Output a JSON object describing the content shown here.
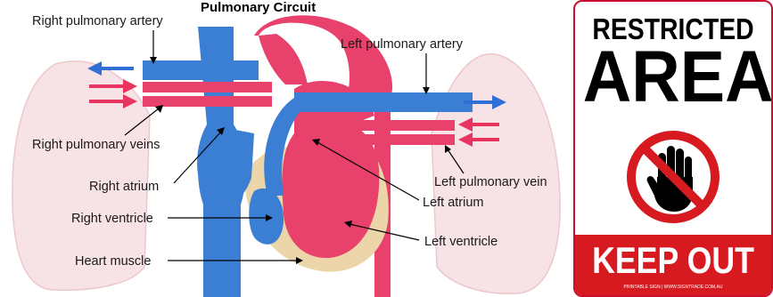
{
  "diagram": {
    "title": "Pulmonary Circuit",
    "labels": {
      "right_pulmonary_artery": "Right pulmonary artery",
      "left_pulmonary_artery": "Left pulmonary artery",
      "right_pulmonary_veins": "Right pulmonary veins",
      "left_pulmonary_vein": "Left pulmonary vein",
      "right_atrium": "Right atrium",
      "left_atrium": "Left atrium",
      "right_ventricle": "Right ventricle",
      "left_ventricle": "Left ventricle",
      "heart_muscle": "Heart muscle"
    },
    "colors": {
      "deoxygenated": "#3b7fd4",
      "oxygenated": "#e8416b",
      "lung": "#f7e3e5",
      "muscle": "#ecd5a8",
      "arrow_blue": "#2f6fd6",
      "arrow_red": "#e8345f"
    }
  },
  "sign": {
    "line1": "RESTRICTED",
    "line2": "AREA",
    "footer": "KEEP OUT",
    "fine_print": "PRINTABLE SIGN | WWW.SIGNTRADE.COM.AU",
    "icon": "stop-hand-icon",
    "colors": {
      "red": "#d71920",
      "black": "#000000"
    }
  }
}
